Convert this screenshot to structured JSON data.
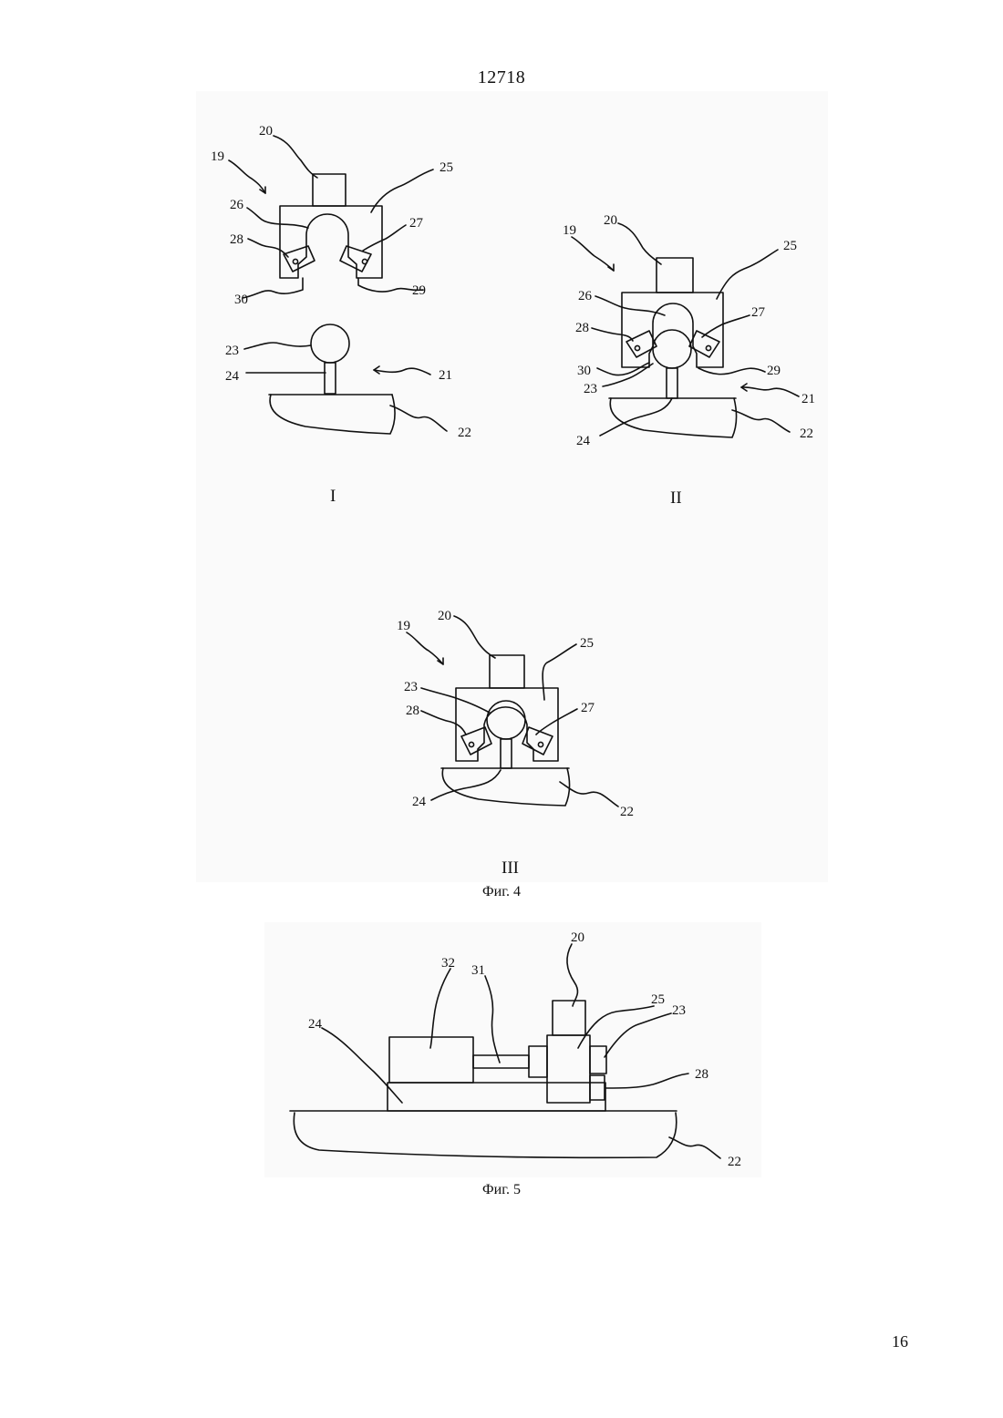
{
  "header": {
    "document_number": "12718"
  },
  "figure4": {
    "caption": "Фиг. 4",
    "view_I": {
      "label": "I",
      "parts": {
        "p19": "19",
        "p20": "20",
        "p21": "21",
        "p22": "22",
        "p23": "23",
        "p24": "24",
        "p25": "25",
        "p26": "26",
        "p27": "27",
        "p28": "28",
        "p29": "29",
        "p30": "30"
      }
    },
    "view_II": {
      "label": "II",
      "parts": {
        "p19": "19",
        "p20": "20",
        "p21": "21",
        "p22": "22",
        "p23": "23",
        "p24": "24",
        "p25": "25",
        "p26": "26",
        "p27": "27",
        "p28": "28",
        "p29": "29",
        "p30": "30"
      }
    },
    "view_III": {
      "label": "III",
      "parts": {
        "p19": "19",
        "p20": "20",
        "p22": "22",
        "p23": "23",
        "p24": "24",
        "p25": "25",
        "p27": "27",
        "p28": "28"
      }
    }
  },
  "figure5": {
    "caption": "Фиг. 5",
    "parts": {
      "p20": "20",
      "p22": "22",
      "p23": "23",
      "p24": "24",
      "p25": "25",
      "p28": "28",
      "p31": "31",
      "p32": "32"
    }
  },
  "footer": {
    "page_number": "16"
  }
}
